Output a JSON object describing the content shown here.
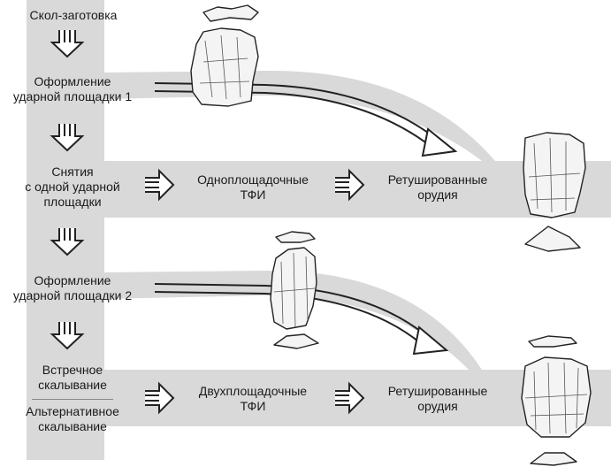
{
  "colors": {
    "band": "#d9d9d9",
    "arrow_stroke": "#222222",
    "arrow_fill": "#ffffff",
    "text": "#1a1a1a"
  },
  "stages": {
    "blank": "Скол-заготовка",
    "platform1": [
      "Оформление",
      "ударной площадки 1"
    ],
    "single_platform_removals": [
      "Снятия",
      "с одной ударной",
      "площадки"
    ],
    "platform2": [
      "Оформление",
      "ударной площадки 2"
    ],
    "opposed_knapping": [
      "Встречное",
      "скалывание"
    ],
    "alternating_knapping": [
      "Альтернативное",
      "скалывание"
    ]
  },
  "products": {
    "single_platform_tfi": [
      "Одноплощадочные",
      "ТФИ"
    ],
    "double_platform_tfi": [
      "Двухплощадочные",
      "ТФИ"
    ],
    "retouched_tools_1": [
      "Ретушированные",
      "орудия"
    ],
    "retouched_tools_2": [
      "Ретушированные",
      "орудия"
    ]
  },
  "artifact_drawings": [
    "core-platform-1-drawing",
    "retouched-tool-1-drawing",
    "core-platform-2-drawing",
    "retouched-tool-2-drawing"
  ]
}
